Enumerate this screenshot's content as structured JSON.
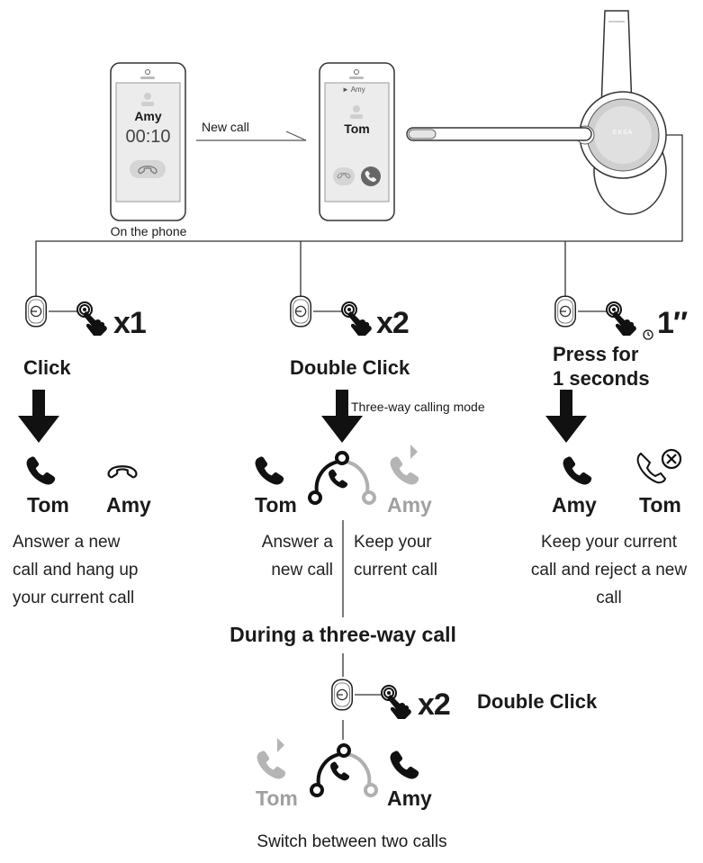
{
  "phone1": {
    "name": "Amy",
    "timer": "00:10",
    "caption": "On the phone"
  },
  "transition": {
    "label": "New call"
  },
  "phone2": {
    "top_caller": "Amy",
    "name": "Tom"
  },
  "headset": {
    "brand": "EKSA"
  },
  "col1": {
    "multiplier": "x1",
    "action": "Click",
    "call_left": "Tom",
    "call_right": "Amy",
    "caption": [
      "Answer a new",
      "call and hang up",
      "your current call"
    ]
  },
  "col2": {
    "multiplier": "x2",
    "action": "Double Click",
    "mode_label": "Three-way calling mode",
    "call_left": "Tom",
    "call_right": "Amy",
    "caption_left": [
      "Answer a",
      "new call"
    ],
    "caption_right": [
      "Keep your",
      "current call"
    ]
  },
  "col3": {
    "multiplier": "1″",
    "action": [
      "Press for",
      "1 seconds"
    ],
    "call_left": "Amy",
    "call_right": "Tom",
    "caption": [
      "Keep your current",
      "call and reject a new",
      "call"
    ]
  },
  "three_way": {
    "title": "During a three-way call",
    "multiplier": "x2",
    "action": "Double Click",
    "call_left": "Tom",
    "call_right": "Amy",
    "caption": "Switch between two calls"
  },
  "colors": {
    "ink": "#111111",
    "grey": "#a0a0a0",
    "line": "#333333"
  }
}
